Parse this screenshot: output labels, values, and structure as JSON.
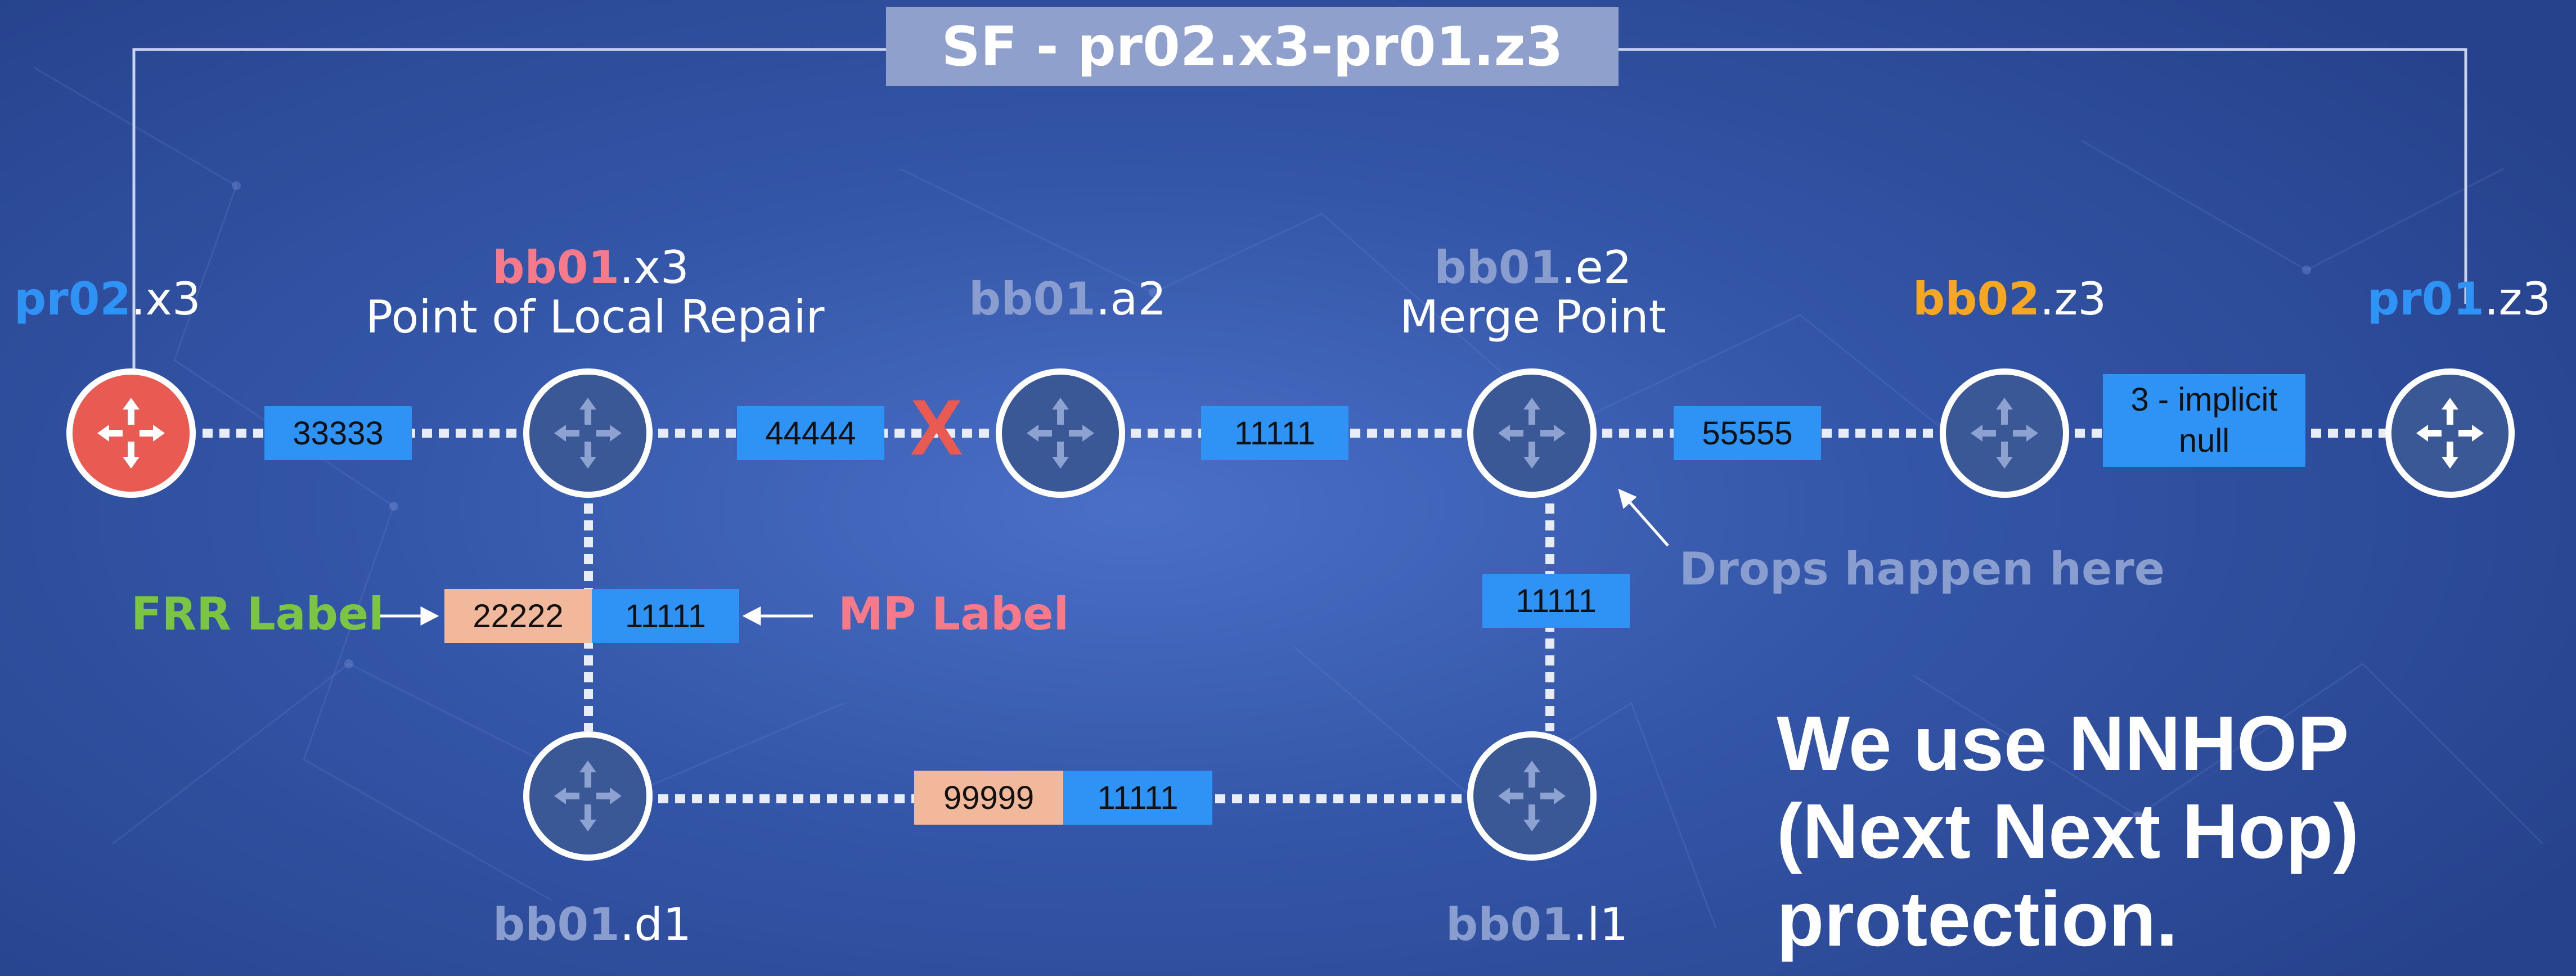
{
  "title": "SF - pr02.x3-pr01.z3",
  "colors": {
    "highlight_blue": "#2f93f5",
    "highlight_pink": "#f77a8a",
    "highlight_orange": "#f5a623",
    "highlight_grey": "#8a9dcf",
    "frr_green": "#7cc544",
    "mp_pink": "#f77a8a",
    "label_blue": "#2f93f5",
    "label_peach": "#f2b89c",
    "failure_red": "#e95b52"
  },
  "nodes": {
    "pr02_x3": {
      "prefix": "pr02",
      "suffix": ".x3",
      "icon": "router-icon-red"
    },
    "bb01_x3": {
      "prefix": "bb01",
      "suffix": ".x3",
      "role": "Point of Local Repair",
      "icon": "router-icon"
    },
    "bb01_a2": {
      "prefix": "bb01",
      "suffix": ".a2",
      "icon": "router-icon"
    },
    "bb01_e2": {
      "prefix": "bb01",
      "suffix": ".e2",
      "role": "Merge Point",
      "icon": "router-icon"
    },
    "bb02_z3": {
      "prefix": "bb02",
      "suffix": ".z3",
      "icon": "router-icon"
    },
    "pr01_z3": {
      "prefix": "pr01",
      "suffix": ".z3",
      "icon": "router-icon"
    },
    "bb01_d1": {
      "prefix": "bb01",
      "suffix": ".d1",
      "icon": "router-icon"
    },
    "bb01_l1": {
      "prefix": "bb01",
      "suffix": ".l1",
      "icon": "router-icon"
    }
  },
  "labels": {
    "l1": "33333",
    "l2": "44444",
    "l3": "11111",
    "l4": "55555",
    "l5": "3 - implicit\nnull",
    "frr_stack_frr": "22222",
    "frr_stack_mp": "11111",
    "e2_l1": "11111",
    "bottom_frr": "99999",
    "bottom_mp": "11111"
  },
  "failure_mark": "X",
  "callouts": {
    "frr_label": "FRR Label",
    "mp_label": "MP Label",
    "drops": "Drops happen here"
  },
  "note": {
    "line1": "We use NNHOP",
    "line2": "(Next Next Hop)",
    "line3": "protection."
  }
}
